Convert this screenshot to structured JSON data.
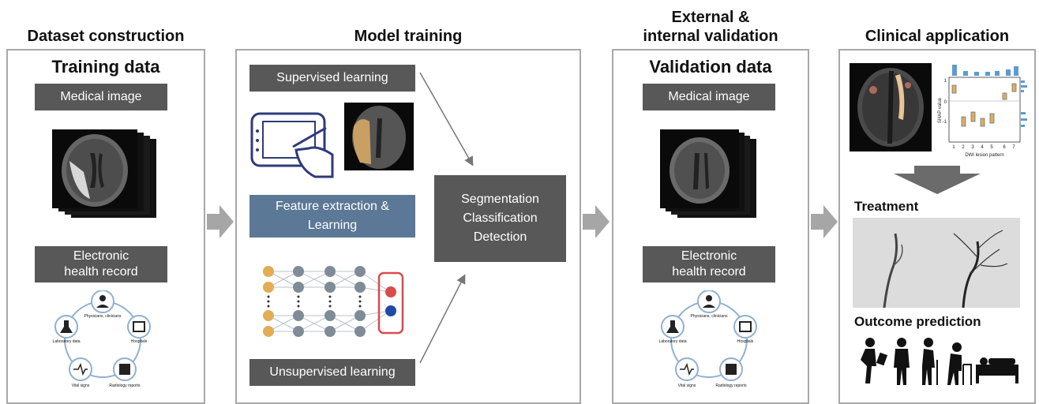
{
  "stages": {
    "dataset": "Dataset construction",
    "model": "Model training",
    "validation_line1": "External &",
    "validation_line2": "internal validation",
    "clinical": "Clinical application"
  },
  "training_panel": {
    "title": "Training data",
    "medical_image": "Medical image",
    "ehr_line1": "Electronic",
    "ehr_line2": "health record"
  },
  "model_panel": {
    "supervised": "Supervised learning",
    "feature_line1": "Feature extraction &",
    "feature_line2": "Learning",
    "tasks": [
      "Segmentation",
      "Classification",
      "Detection"
    ],
    "unsupervised": "Unsupervised learning"
  },
  "validation_panel": {
    "title": "Validation data",
    "medical_image": "Medical image",
    "ehr_line1": "Electronic",
    "ehr_line2": "health record"
  },
  "ehr_nodes": [
    "Physicians, clinicians",
    "Hospitals",
    "Radiology reports",
    "Vital signs",
    "Laboratory data"
  ],
  "clinical_panel": {
    "treatment": "Treatment",
    "outcome": "Outcome prediction",
    "shap_ylabel": "SHAP value",
    "shap_xlabel": "DWI lesion pattern",
    "shap_yticks": [
      "1",
      "0",
      "-1"
    ],
    "shap_xticks": [
      "1",
      "2",
      "3",
      "4",
      "5",
      "6",
      "7"
    ]
  },
  "colors": {
    "dark_box": "#585858",
    "blue_box": "#5b7896",
    "arrow": "#a6a6a6",
    "node_blue": "#8fb0d3",
    "neuron_orange": "#e3ad55",
    "neuron_grey": "#7f8c97",
    "output_red": "#d94b4b",
    "output_blue": "#1f4aa8"
  }
}
